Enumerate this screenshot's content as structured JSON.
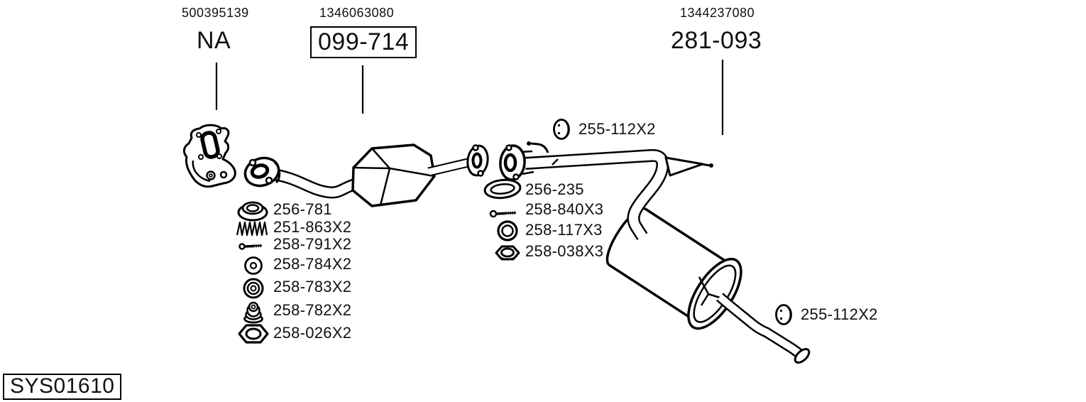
{
  "page": {
    "background": "#ffffff",
    "ink": "#000000"
  },
  "system_code": "SYS01610",
  "top_labels": [
    {
      "oem_ref": "500395139",
      "code": "NA",
      "boxed": false
    },
    {
      "oem_ref": "1346063080",
      "code": "099-714",
      "boxed": true
    },
    {
      "oem_ref": "1344237080",
      "code": "281-093",
      "boxed": false
    }
  ],
  "front_parts": [
    {
      "code": "256-781",
      "icon": "gasket-cone-icon"
    },
    {
      "code": "251-863X2",
      "icon": "spring-icon"
    },
    {
      "code": "258-791X2",
      "icon": "bolt-icon"
    },
    {
      "code": "258-784X2",
      "icon": "washer-icon"
    },
    {
      "code": "258-783X2",
      "icon": "grommet-icon"
    },
    {
      "code": "258-782X2",
      "icon": "rubber-mount-icon"
    },
    {
      "code": "258-026X2",
      "icon": "nut-icon"
    }
  ],
  "center_parts": [
    {
      "code": "256-235",
      "icon": "gasket-ring-icon"
    },
    {
      "code": "258-840X3",
      "icon": "bolt-icon"
    },
    {
      "code": "258-117X3",
      "icon": "washer-icon"
    },
    {
      "code": "258-038X3",
      "icon": "flange-nut-icon"
    }
  ],
  "hangers": [
    {
      "code": "255-112X2",
      "icon": "rubber-hanger-icon"
    },
    {
      "code": "255-112X2",
      "icon": "rubber-hanger-icon"
    }
  ]
}
